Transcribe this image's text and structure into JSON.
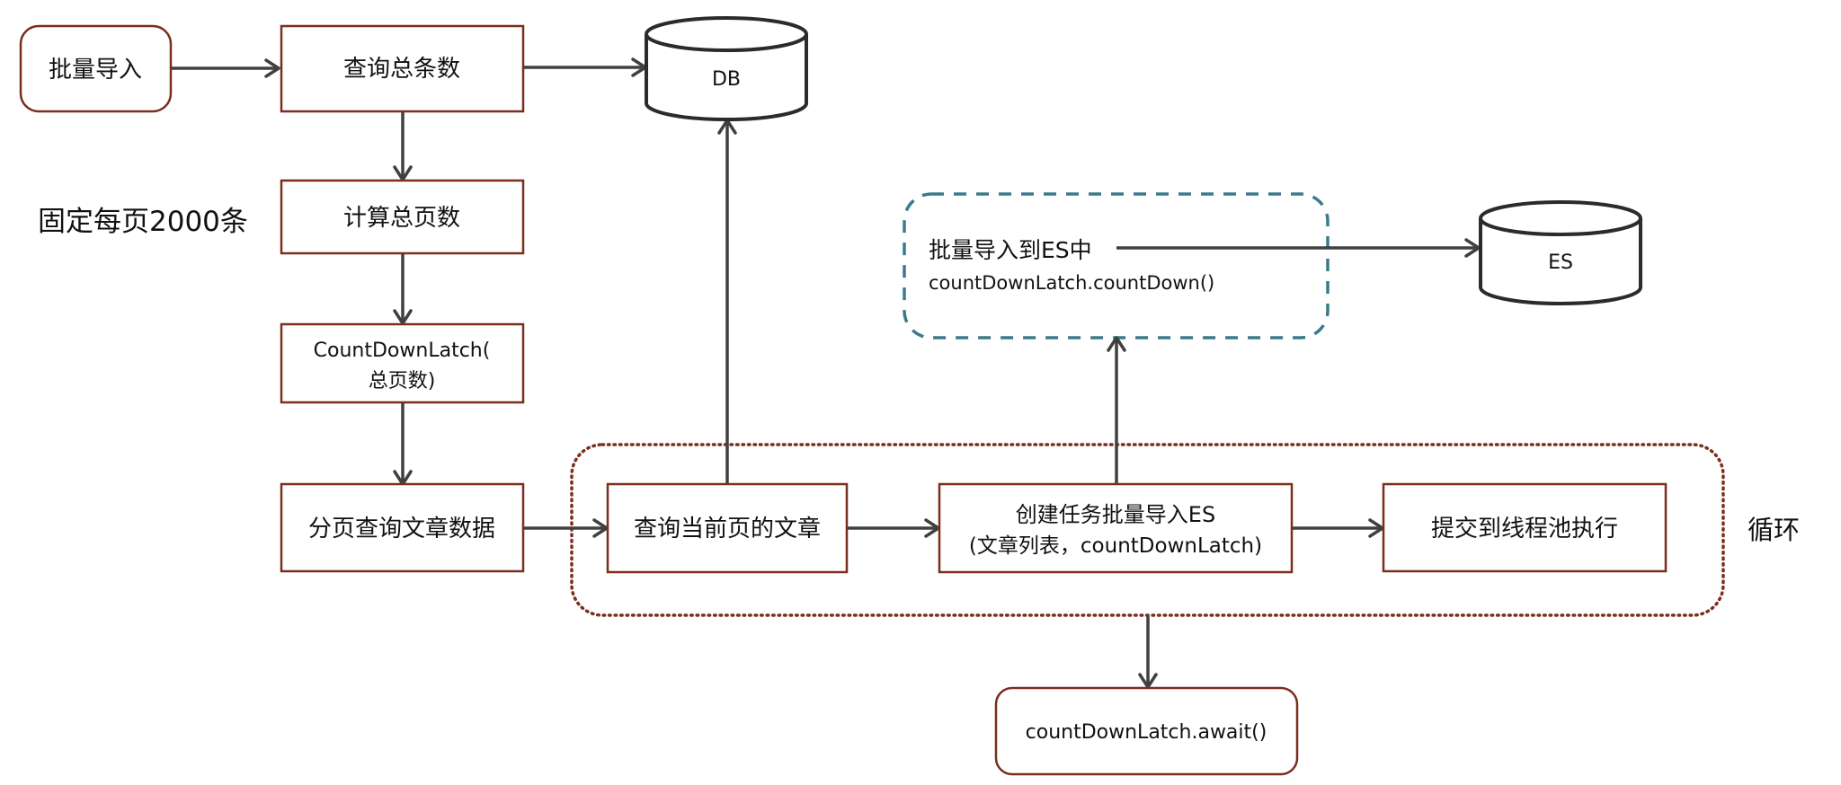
{
  "diagram": {
    "title": "批量导入ES流程",
    "nodes": {
      "start": {
        "label": "批量导入"
      },
      "count_total": {
        "label": "查询总条数"
      },
      "db": {
        "label": "DB"
      },
      "page_size_note": {
        "label": "固定每页2000条"
      },
      "calc_pages": {
        "label": "计算总页数"
      },
      "latch": {
        "line1": "CountDownLatch(",
        "line2": "总页数)"
      },
      "paged_query": {
        "label": "分页查询文章数据"
      },
      "query_current": {
        "label": "查询当前页的文章"
      },
      "create_task": {
        "line1": "创建任务批量导入ES",
        "line2": "(文章列表，countDownLatch)"
      },
      "submit_pool": {
        "label": "提交到线程池执行"
      },
      "import_es": {
        "line1": "批量导入到ES中",
        "line2": "countDownLatch.countDown()"
      },
      "es": {
        "label": "ES"
      },
      "await": {
        "label": "countDownLatch.await()"
      },
      "loop_label": {
        "label": "循环"
      }
    },
    "edges": [
      {
        "from": "start",
        "to": "count_total"
      },
      {
        "from": "count_total",
        "to": "db"
      },
      {
        "from": "count_total",
        "to": "calc_pages"
      },
      {
        "from": "calc_pages",
        "to": "latch"
      },
      {
        "from": "latch",
        "to": "paged_query"
      },
      {
        "from": "paged_query",
        "to": "query_current"
      },
      {
        "from": "query_current",
        "to": "db"
      },
      {
        "from": "query_current",
        "to": "create_task"
      },
      {
        "from": "create_task",
        "to": "import_es"
      },
      {
        "from": "create_task",
        "to": "submit_pool"
      },
      {
        "from": "import_es",
        "to": "es"
      },
      {
        "from": "loop",
        "to": "await"
      }
    ],
    "colors": {
      "node_border": "#7a2e1e",
      "edge": "#404040",
      "dashed_group": "#3b7a8c",
      "loop_group": "#7a2e1e"
    }
  }
}
